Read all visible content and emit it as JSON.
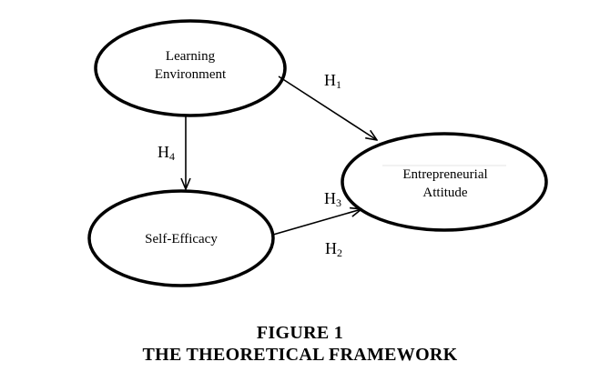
{
  "nodes": {
    "learning_environment": {
      "line1": "Learning",
      "line2": "Environment"
    },
    "self_efficacy": {
      "label": "Self-Efficacy"
    },
    "entrepreneurial_attitude": {
      "line1": "Entrepreneurial",
      "line2": "Attitude"
    }
  },
  "edges": {
    "h1": {
      "letter": "H",
      "sub": "1"
    },
    "h2": {
      "letter": "H",
      "sub": "2"
    },
    "h3": {
      "letter": "H",
      "sub": "3"
    },
    "h4": {
      "letter": "H",
      "sub": "4"
    }
  },
  "caption": {
    "number": "FIGURE 1",
    "title": "THE THEORETICAL FRAMEWORK"
  }
}
